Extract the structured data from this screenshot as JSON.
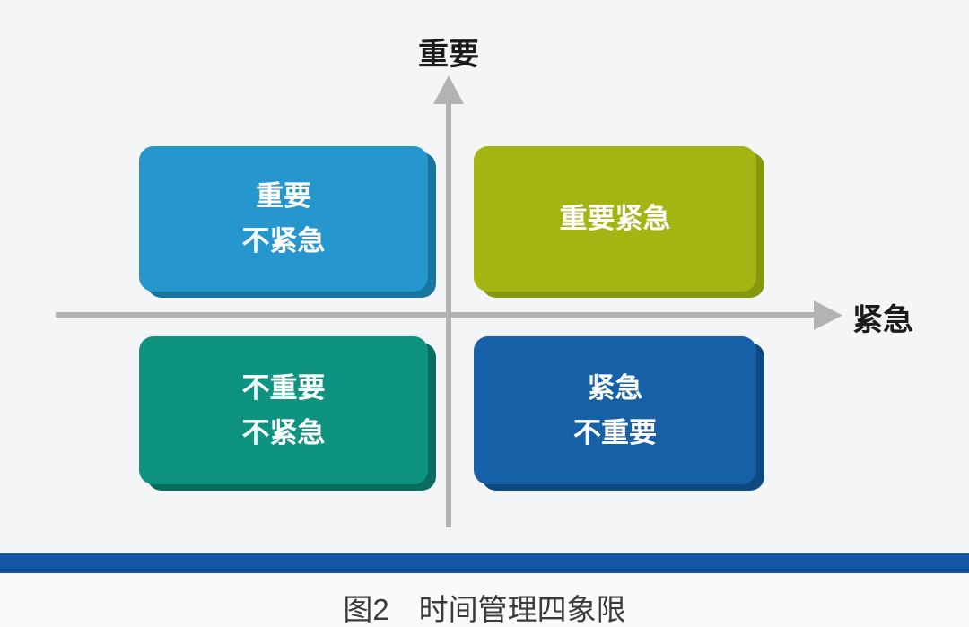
{
  "diagram": {
    "y_axis_label": "重要",
    "x_axis_label": "紧急",
    "axis_color": "#b3b3b5",
    "quadrants": [
      {
        "position": "top-right",
        "label": "重要紧急",
        "color": "#a3b413",
        "edge_color": "#87970e"
      },
      {
        "position": "top-left",
        "label": "重要\n不紧急",
        "color": "#2697ce",
        "edge_color": "#17759f"
      },
      {
        "position": "bottom-left",
        "label": "不重要\n不紧急",
        "color": "#0f9381",
        "edge_color": "#0a6c5e"
      },
      {
        "position": "bottom-right",
        "label": "紧急\n不重要",
        "color": "#1560a6",
        "edge_color": "#0e4a82"
      }
    ],
    "divider_bar_color": "#1357a2",
    "caption": "图2　时间管理四象限"
  }
}
